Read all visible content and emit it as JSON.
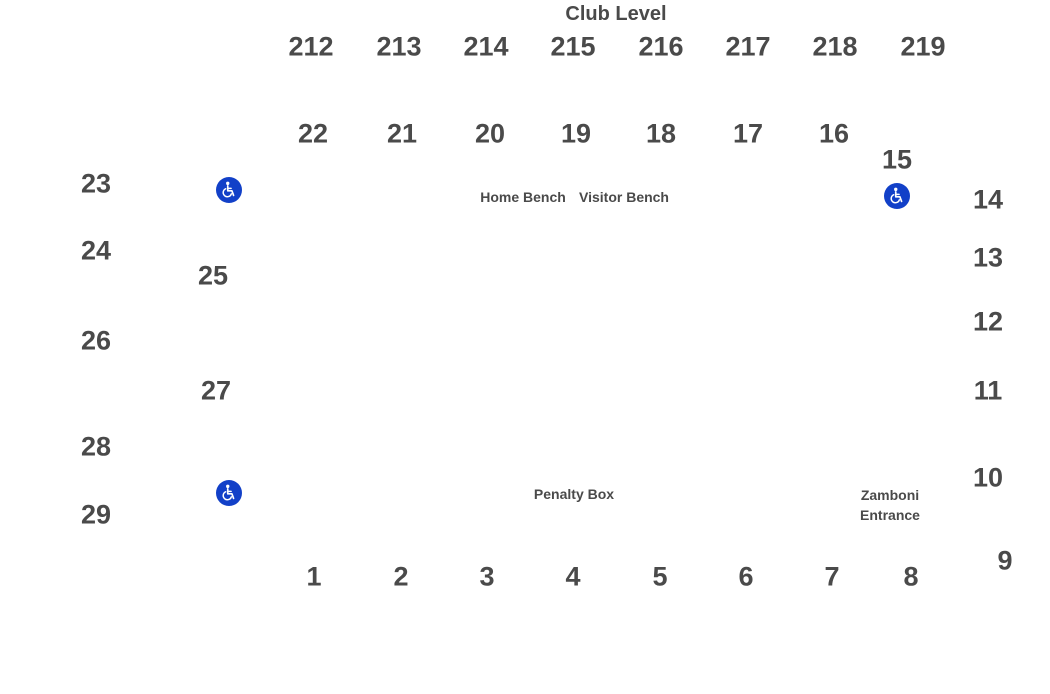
{
  "title": "Club Level",
  "club_sections": [
    "212",
    "213",
    "214",
    "215",
    "216",
    "217",
    "218",
    "219"
  ],
  "upper_sections": [
    "22",
    "21",
    "20",
    "19",
    "18",
    "17",
    "16",
    "15"
  ],
  "left_outer_sections": [
    "23",
    "24",
    "26",
    "28",
    "29"
  ],
  "left_inner_sections": [
    "25",
    "27"
  ],
  "right_sections": [
    "14",
    "13",
    "12",
    "11",
    "10",
    "9"
  ],
  "lower_sections": [
    "1",
    "2",
    "3",
    "4",
    "5",
    "6",
    "7",
    "8"
  ],
  "labels": {
    "home_bench": "Home Bench",
    "visitor_bench": "Visitor Bench",
    "penalty_box": "Penalty Box",
    "zamboni_line1": "Zamboni",
    "zamboni_line2": "Entrance"
  },
  "accessible_icons": [
    "wheelchair-icon",
    "wheelchair-icon",
    "wheelchair-icon"
  ],
  "colors": {
    "text": "#4a4a4a",
    "accessible": "#1240c8",
    "background": "#ffffff"
  }
}
